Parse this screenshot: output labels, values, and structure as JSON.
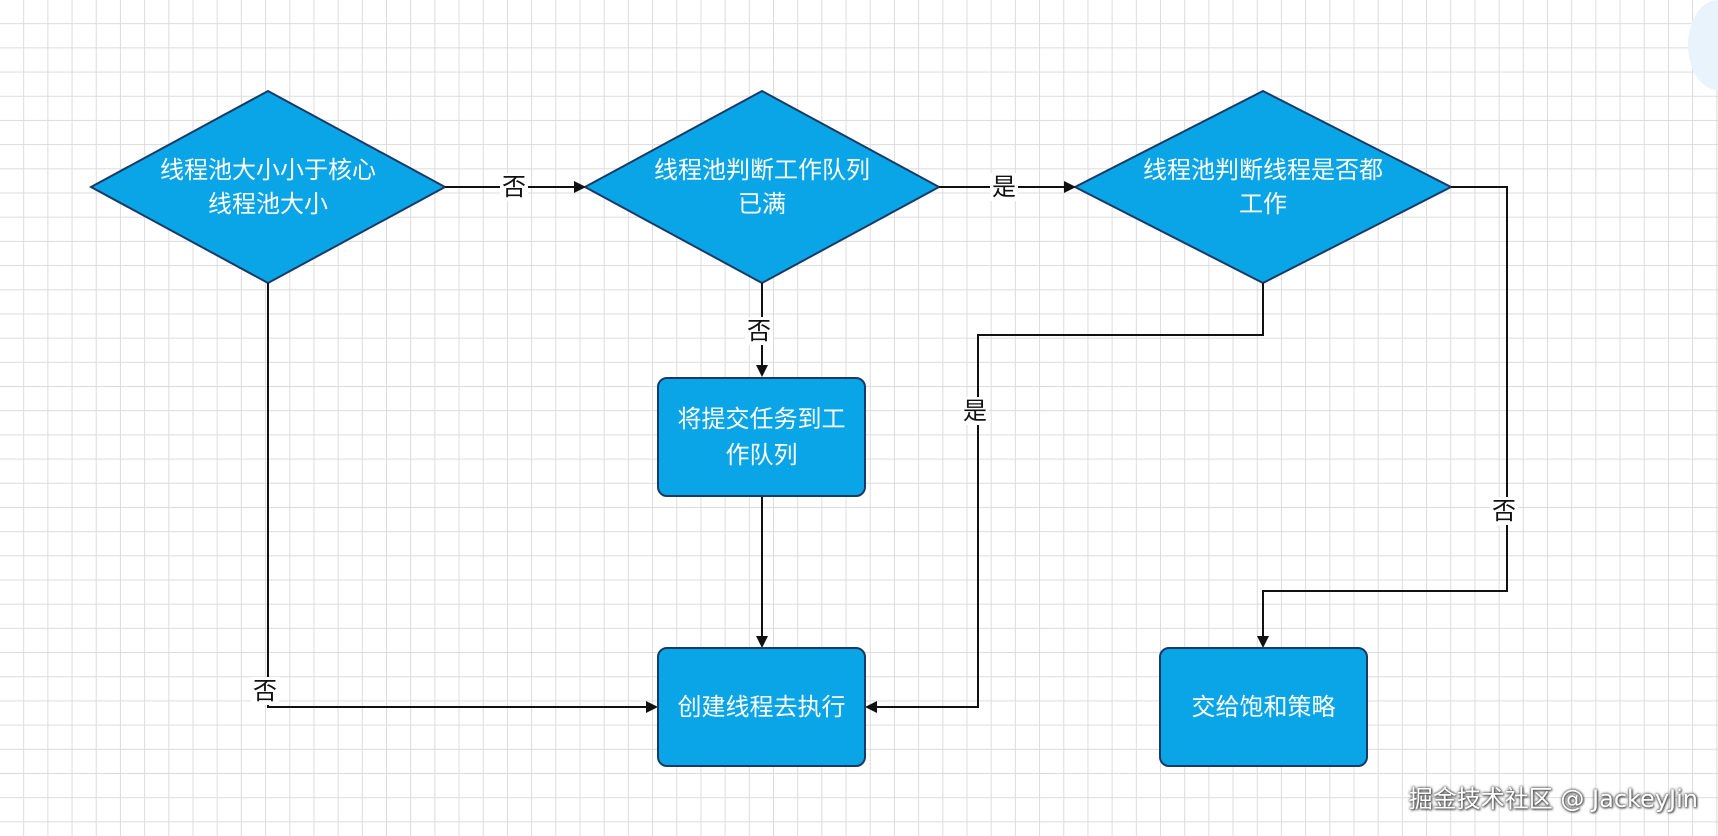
{
  "nodes": {
    "d1": "线程池大小小于核心线程池大小",
    "d2": "线程池判断工作队列已满",
    "d3": "线程池判断线程是否都工作",
    "r_queue": "将提交任务到工作队列",
    "r_create": "创建线程去执行",
    "r_saturate": "交给饱和策略"
  },
  "edges": {
    "d1_d2": "否",
    "d2_d3": "是",
    "d2_queue": "否",
    "d3_create": "是",
    "d3_saturate": "否",
    "d1_create": "否"
  },
  "watermark": "掘金技术社区 @ JackeyJin",
  "colors": {
    "node_fill": "#0aa5e6",
    "node_stroke": "#1a3a66",
    "edge": "#111111"
  }
}
